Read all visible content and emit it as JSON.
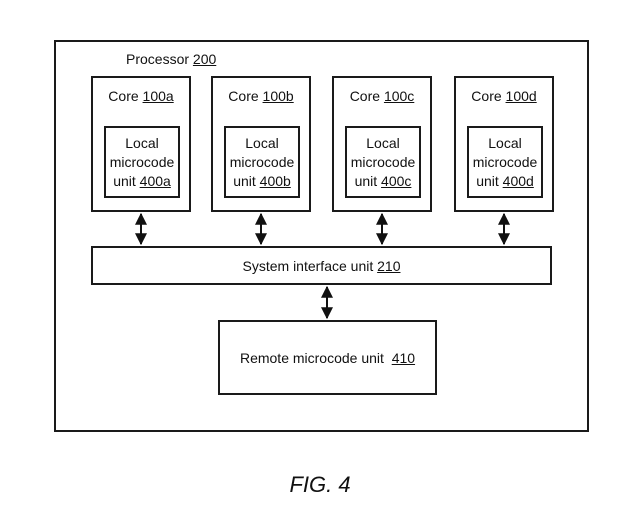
{
  "processor": {
    "label": "Processor",
    "ref": "200"
  },
  "cores": [
    {
      "label": "Core",
      "ref": "100a",
      "lmu": {
        "line1": "Local",
        "line2": "microcode",
        "unit_label": "unit",
        "ref": "400a"
      }
    },
    {
      "label": "Core",
      "ref": "100b",
      "lmu": {
        "line1": "Local",
        "line2": "microcode",
        "unit_label": "unit",
        "ref": "400b"
      }
    },
    {
      "label": "Core",
      "ref": "100c",
      "lmu": {
        "line1": "Local",
        "line2": "microcode",
        "unit_label": "unit",
        "ref": "400c"
      }
    },
    {
      "label": "Core",
      "ref": "100d",
      "lmu": {
        "line1": "Local",
        "line2": "microcode",
        "unit_label": "unit",
        "ref": "400d"
      }
    }
  ],
  "system_interface": {
    "label": "System interface unit",
    "ref": "210"
  },
  "remote_microcode": {
    "label": "Remote microcode unit",
    "ref": "410"
  },
  "figure_caption": "FIG. 4"
}
